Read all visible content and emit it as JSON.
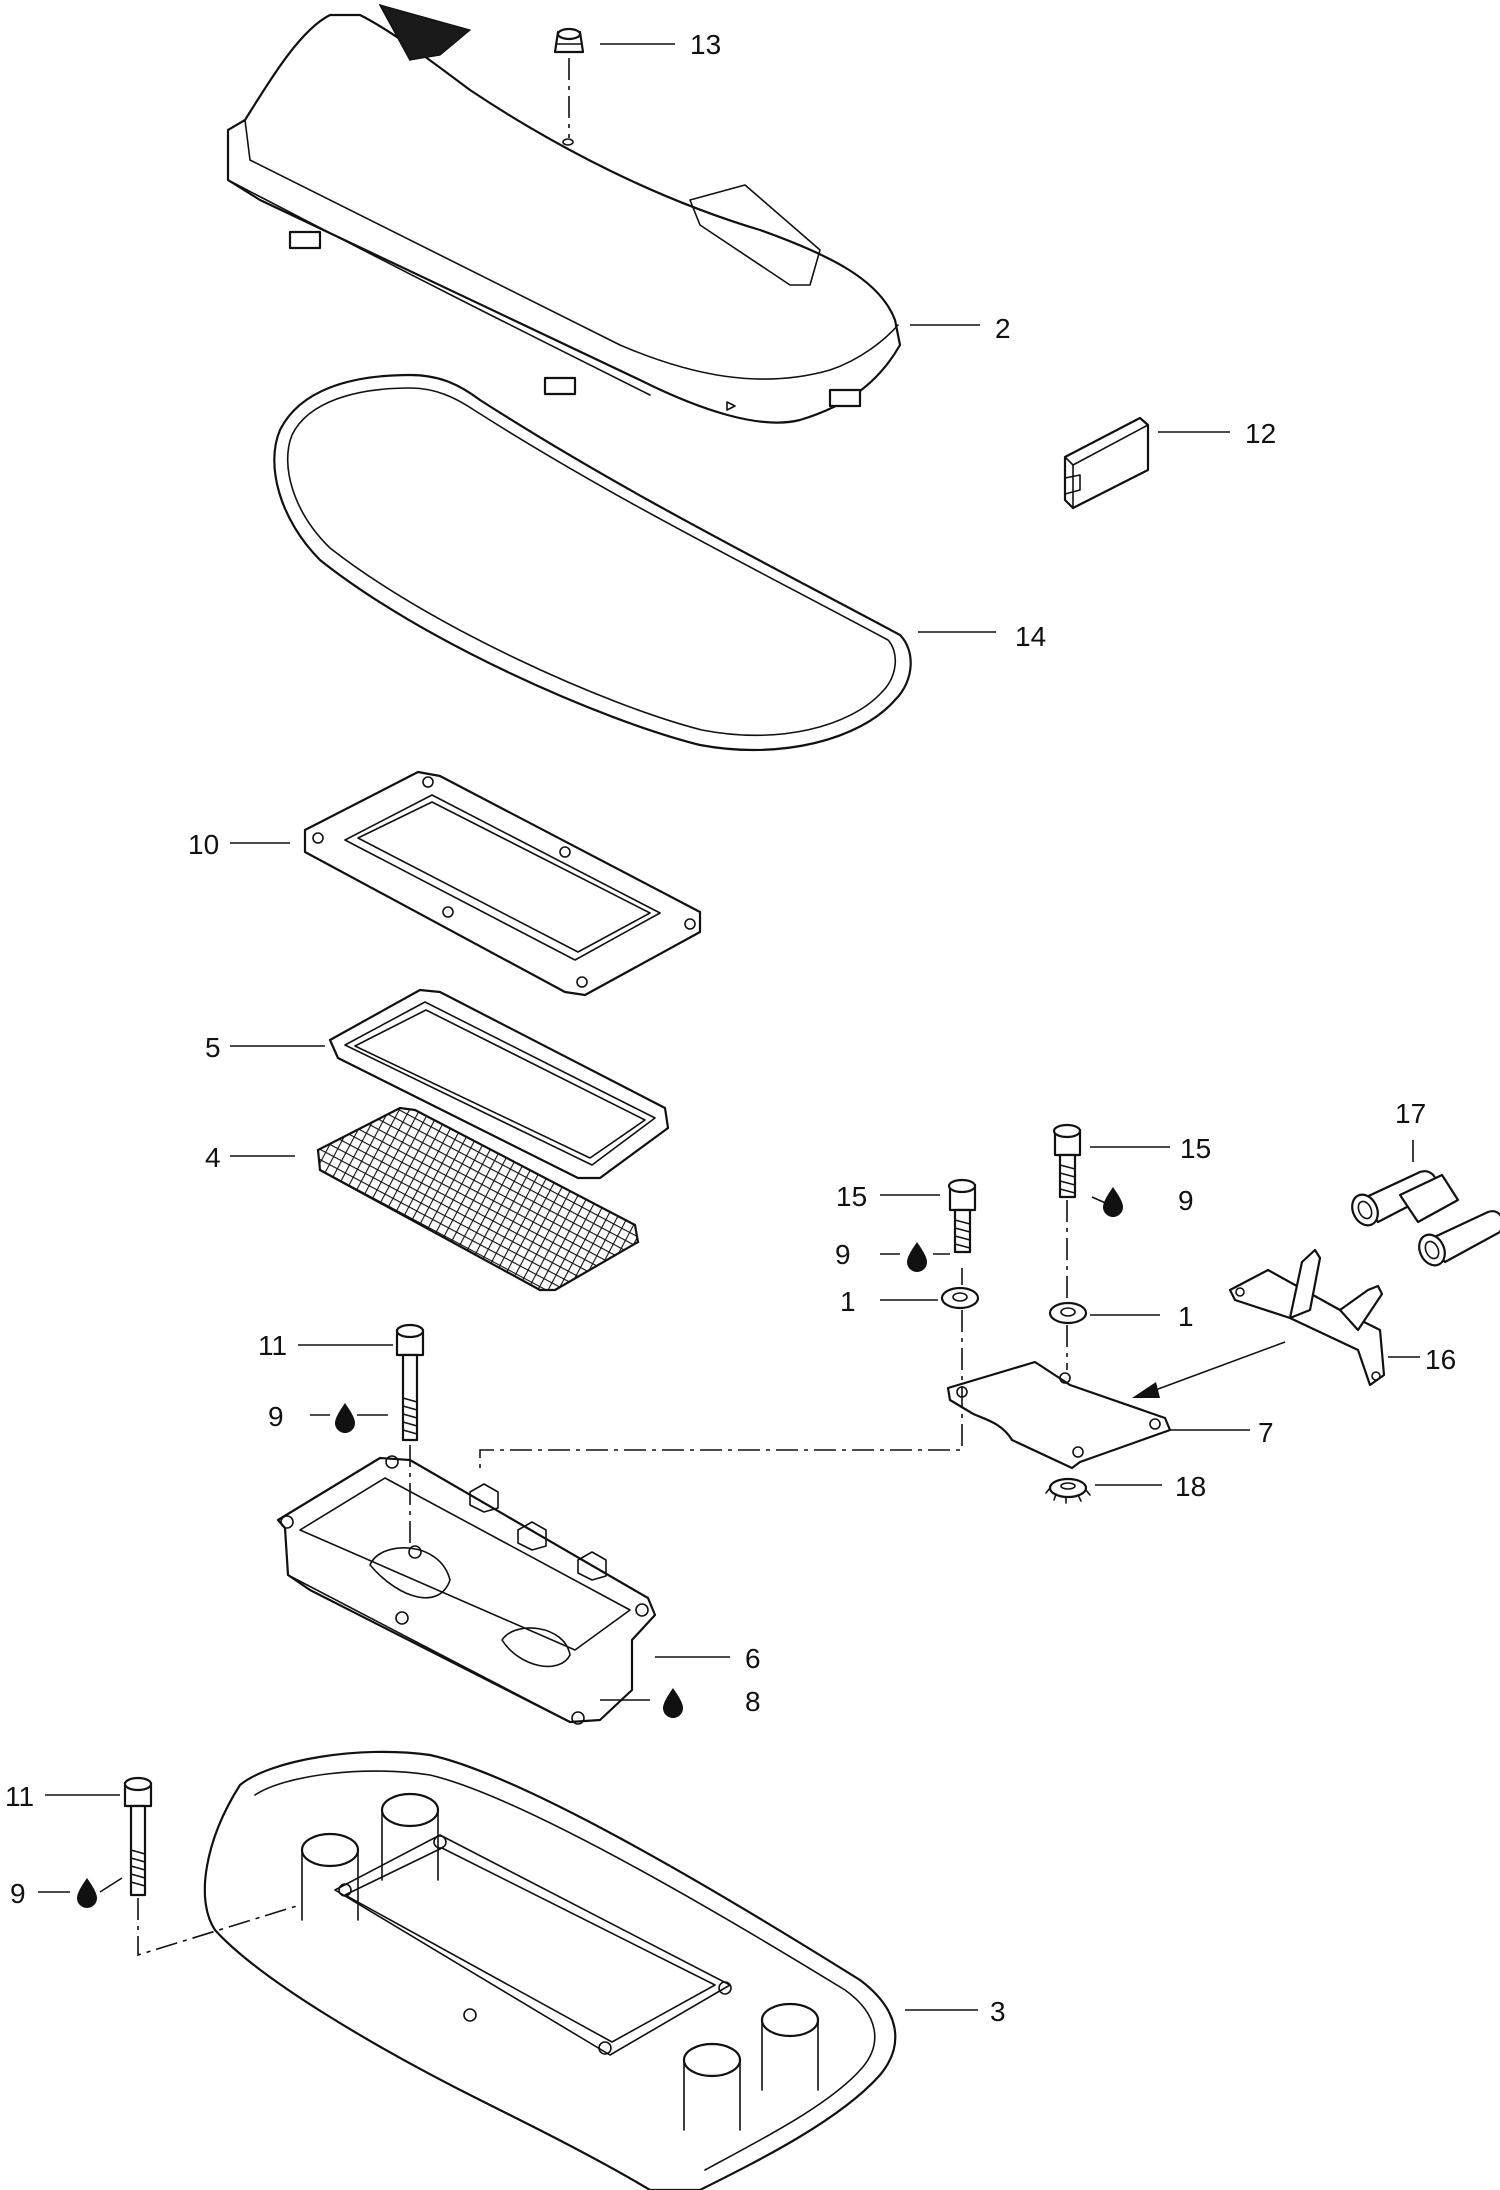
{
  "diagram": {
    "callouts": [
      {
        "id": "c13",
        "label": "13"
      },
      {
        "id": "c2",
        "label": "2"
      },
      {
        "id": "c12",
        "label": "12"
      },
      {
        "id": "c14",
        "label": "14"
      },
      {
        "id": "c10",
        "label": "10"
      },
      {
        "id": "c5",
        "label": "5"
      },
      {
        "id": "c4",
        "label": "4"
      },
      {
        "id": "c17",
        "label": "17"
      },
      {
        "id": "c15a",
        "label": "15"
      },
      {
        "id": "c15b",
        "label": "15"
      },
      {
        "id": "c9a",
        "label": "9"
      },
      {
        "id": "c9b",
        "label": "9"
      },
      {
        "id": "c1a",
        "label": "1"
      },
      {
        "id": "c1b",
        "label": "1"
      },
      {
        "id": "c16",
        "label": "16"
      },
      {
        "id": "c11a",
        "label": "11"
      },
      {
        "id": "c9c",
        "label": "9"
      },
      {
        "id": "c7",
        "label": "7"
      },
      {
        "id": "c18",
        "label": "18"
      },
      {
        "id": "c6",
        "label": "6"
      },
      {
        "id": "c8",
        "label": "8"
      },
      {
        "id": "c11b",
        "label": "11"
      },
      {
        "id": "c9d",
        "label": "9"
      },
      {
        "id": "c3",
        "label": "3"
      }
    ],
    "icons": {
      "lubricant": "oil-drop-icon"
    }
  }
}
